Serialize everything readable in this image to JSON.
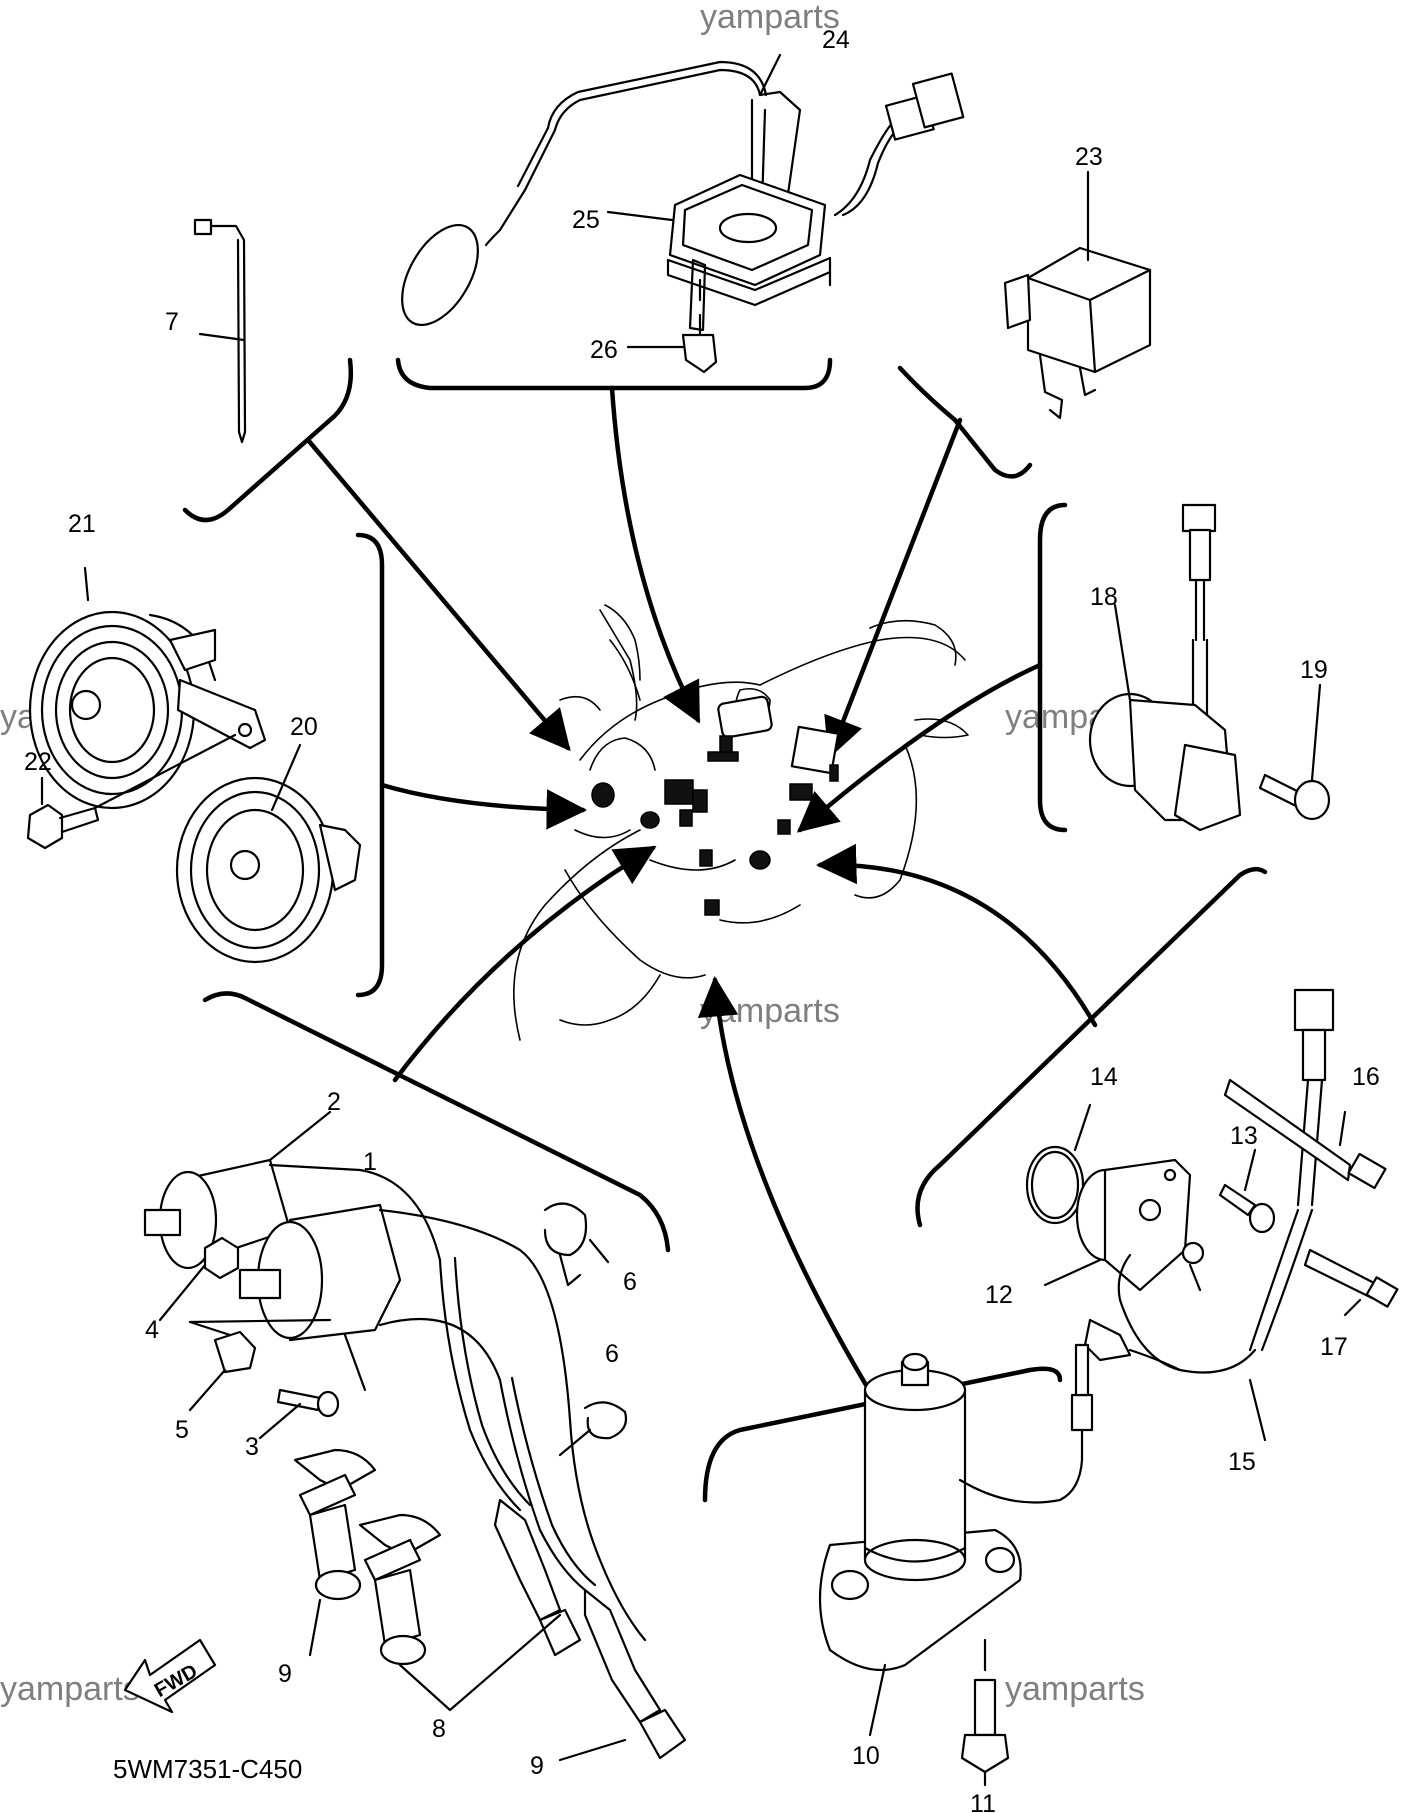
{
  "diagram_code": "5WM7351-C450",
  "watermark": "yamparts",
  "fwd_label": "FWD",
  "callouts": {
    "c1": "1",
    "c2": "2",
    "c3": "3",
    "c4": "4",
    "c5": "5",
    "c6a": "6",
    "c6b": "6",
    "c7": "7",
    "c8": "8",
    "c9a": "9",
    "c9b": "9",
    "c10": "10",
    "c11": "11",
    "c12": "12",
    "c13": "13",
    "c14": "14",
    "c15": "15",
    "c16": "16",
    "c17": "17",
    "c18": "18",
    "c19": "19",
    "c20": "20",
    "c21": "21",
    "c22": "22",
    "c23": "23",
    "c24": "24",
    "c25": "25",
    "c26": "26"
  }
}
